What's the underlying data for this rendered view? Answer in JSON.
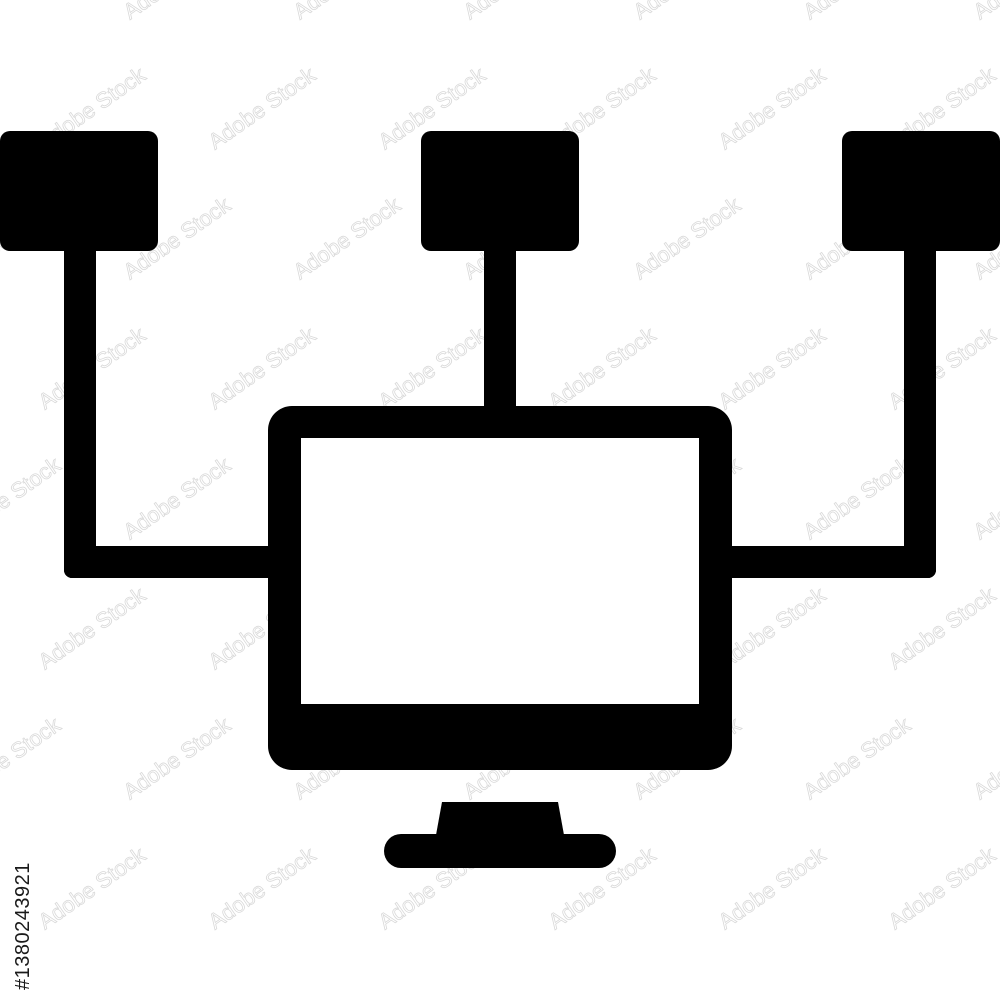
{
  "icon": {
    "name": "network-computer-hierarchy",
    "fill_color": "#000000",
    "background_color": "#ffffff",
    "screen_color": "#ffffff",
    "nodes": [
      "top-left-node",
      "top-center-node",
      "top-right-node"
    ]
  },
  "watermark": {
    "text": "Adobe Stock",
    "color": "#d9d9d9"
  },
  "stock_id": "#1380243921"
}
